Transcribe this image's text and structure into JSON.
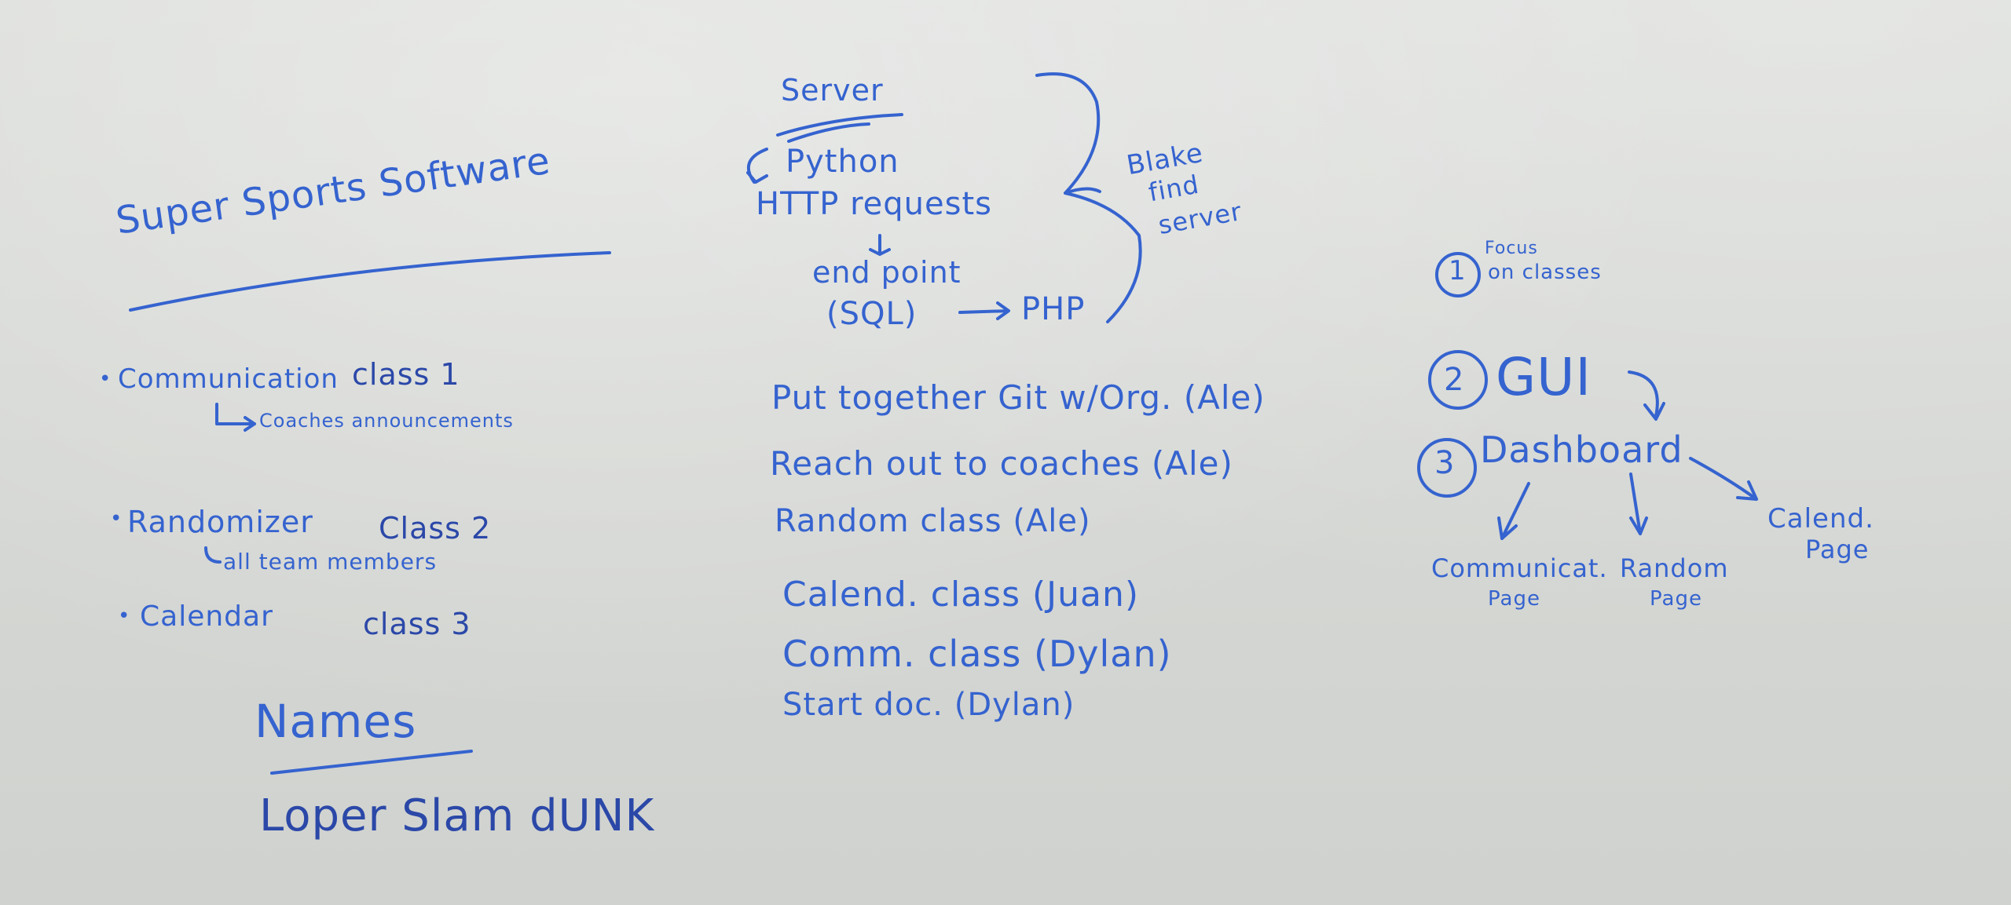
{
  "title": "Super Sports Software",
  "classes": [
    {
      "bullet": "•",
      "name": "Communication",
      "class_label": "class 1",
      "sub": "Coaches announcements"
    },
    {
      "bullet": "•",
      "name": "Randomizer",
      "class_label": "Class 2",
      "sub": "all team members"
    },
    {
      "bullet": "•",
      "name": "Calendar",
      "class_label": "class 3",
      "sub": ""
    }
  ],
  "names": {
    "heading": "Names",
    "entry": "Loper Slam dUNK"
  },
  "server": {
    "heading": "Server",
    "python": "Python",
    "http": "HTTP requests",
    "endpoint": "end point",
    "sql": "(SQL)",
    "php": "PHP",
    "note": [
      "Blake",
      "find",
      "server"
    ]
  },
  "tasks": [
    "Put together Git w/Org. (Ale)",
    "Reach out to coaches (Ale)",
    "Random class (Ale)",
    "Calend. class (Juan)",
    "Comm. class (Dylan)",
    "Start doc. (Dylan)"
  ],
  "plan": {
    "step1_num": "1",
    "step1_text": [
      "Focus",
      "on classes"
    ],
    "step2_num": "2",
    "step2_text": "GUI",
    "step3_num": "3",
    "step3_text": "Dashboard",
    "pages": [
      [
        "Communicat.",
        "Page"
      ],
      [
        "Random",
        "Page"
      ],
      [
        "Calend.",
        "Page"
      ]
    ]
  },
  "colors": {
    "ink": "#3563cf",
    "board": "#d6d8d5"
  }
}
